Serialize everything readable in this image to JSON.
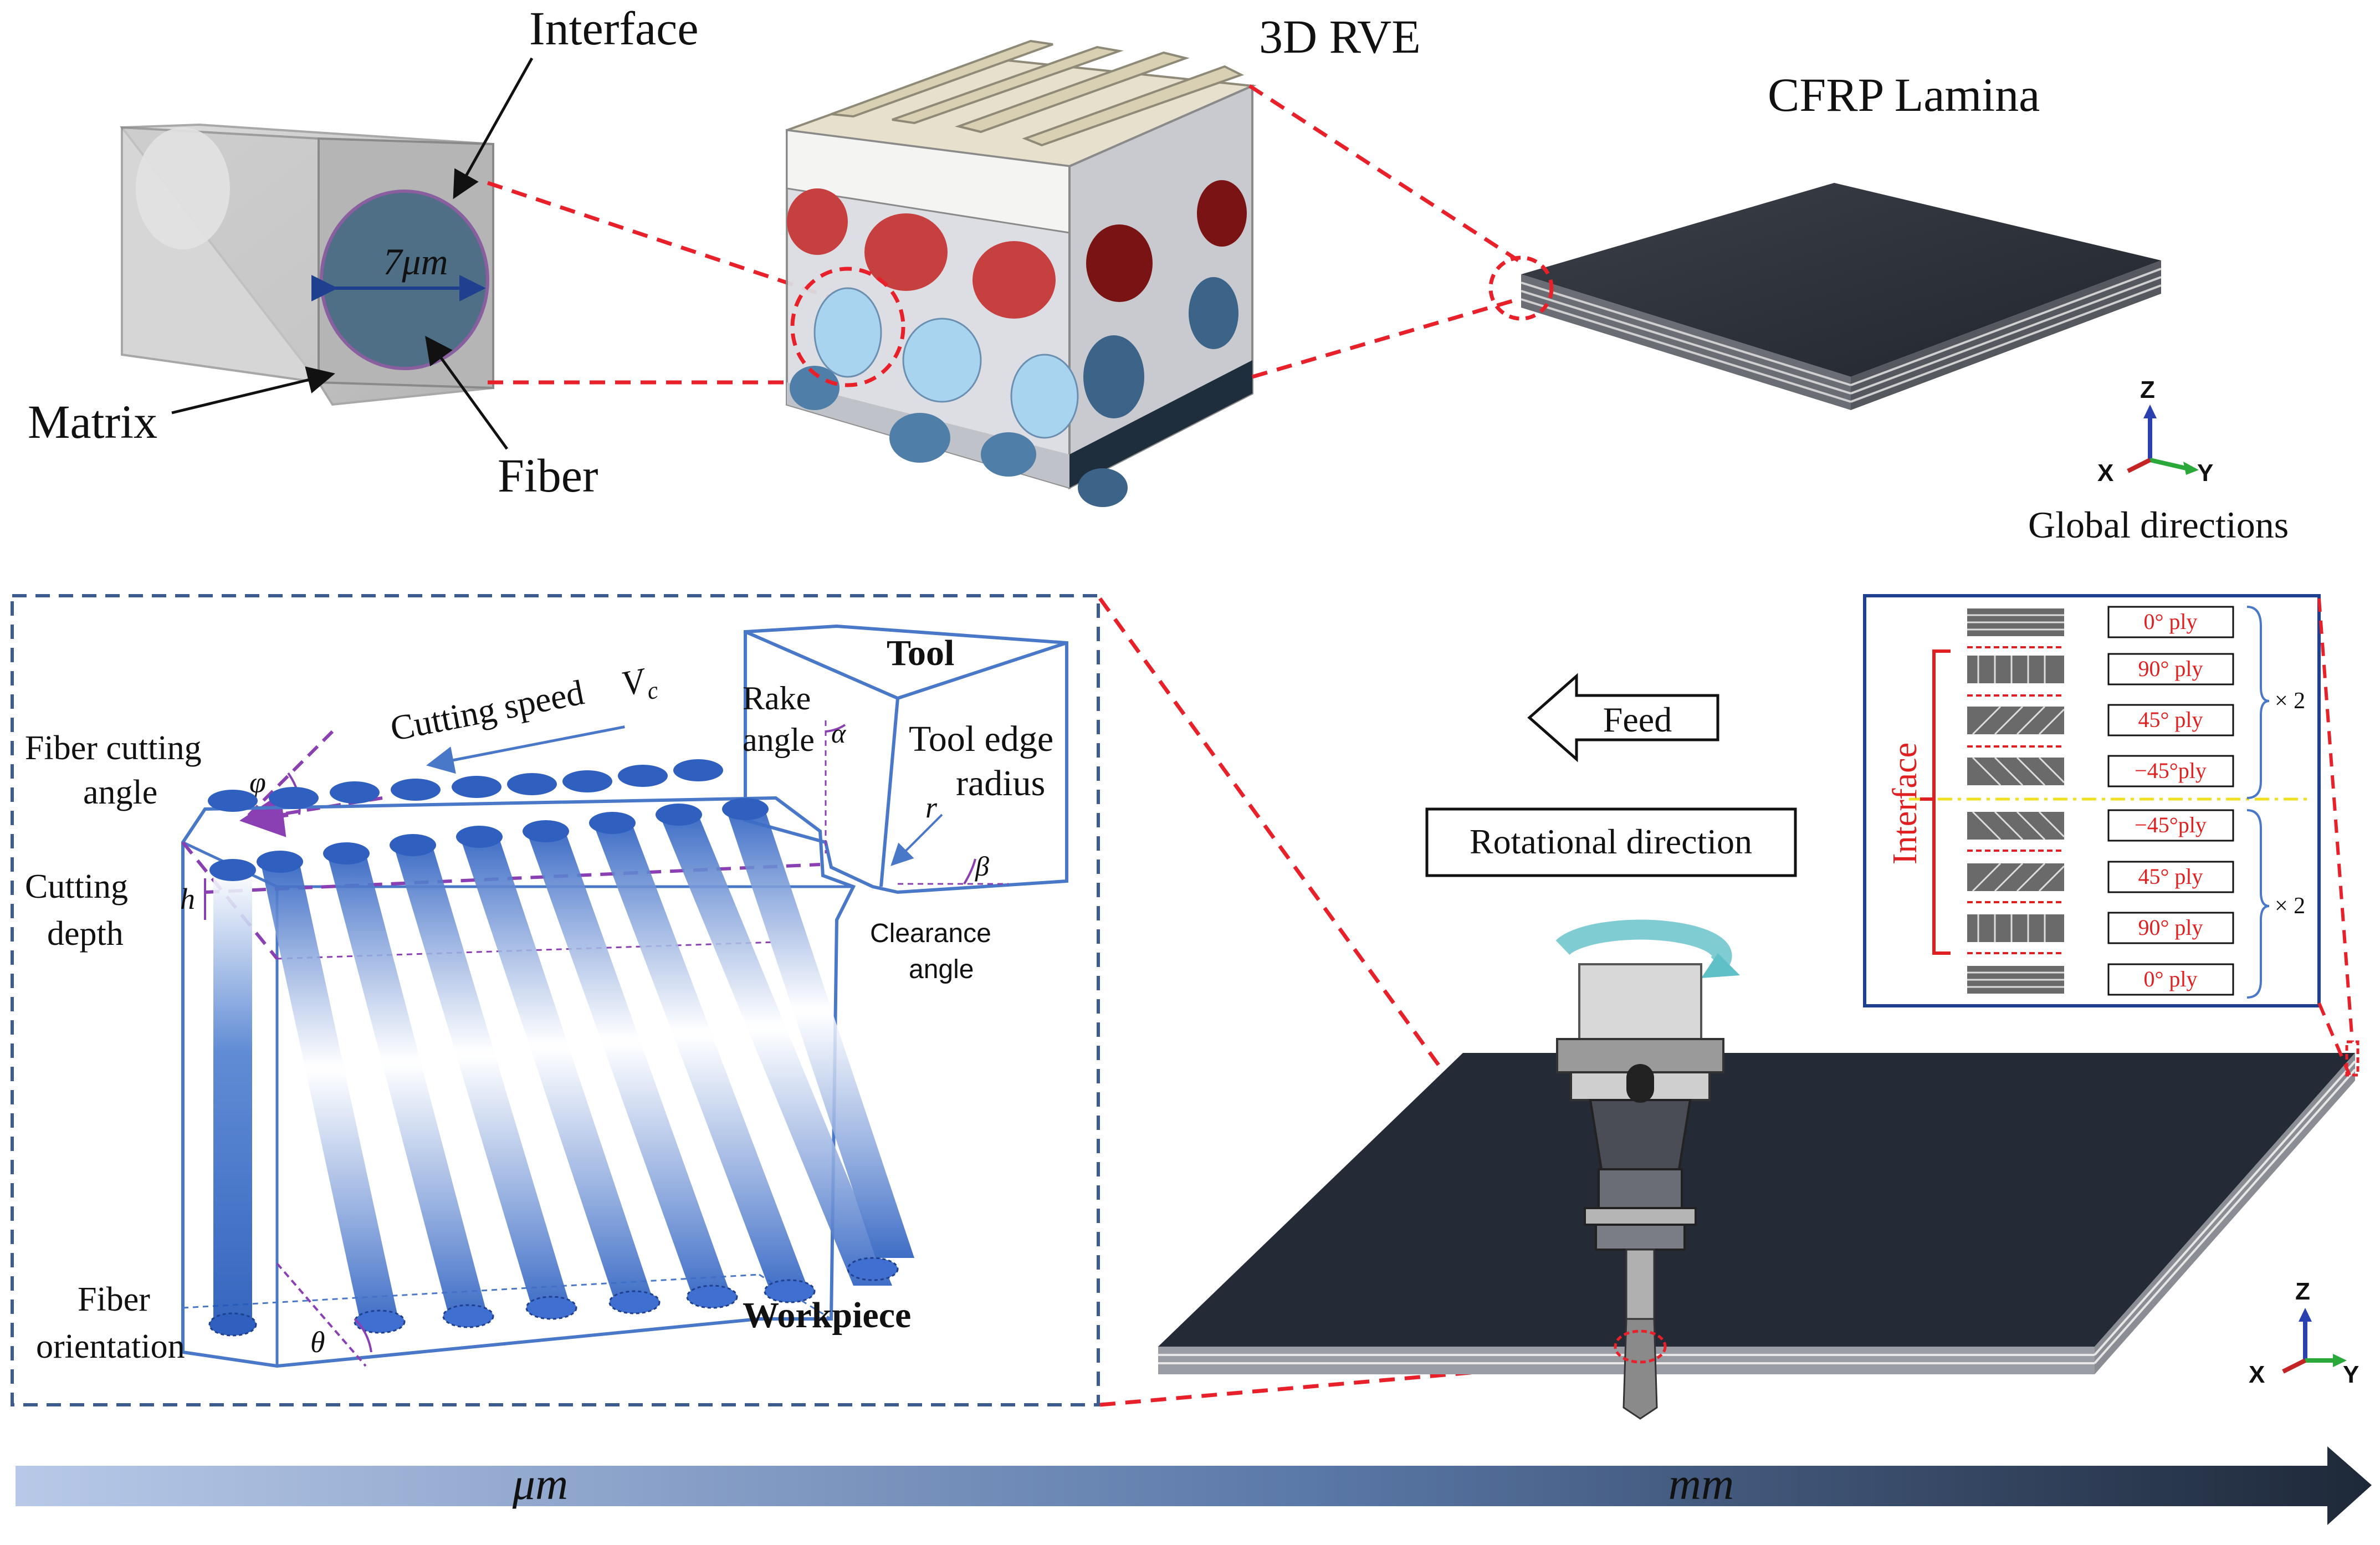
{
  "top": {
    "labels": {
      "interface": "Interface",
      "matrix": "Matrix",
      "fiber": "Fiber",
      "fiber_diameter": "7μm",
      "rve_title": "3D RVE",
      "lamina_title": "CFRP Lamina",
      "global_directions": "Global directions"
    },
    "axes": {
      "z": "Z",
      "x": "X",
      "y": "Y"
    }
  },
  "cutting_model": {
    "tool_label": "Tool",
    "rake_angle": [
      "Rake",
      "angle"
    ],
    "rake_symbol": "α",
    "tool_edge_radius": [
      "Tool edge",
      "radius"
    ],
    "radius_symbol": "r",
    "cutting_speed": "Cutting speed",
    "cutting_speed_symbol": "V",
    "cutting_speed_sub": "c",
    "fiber_cutting_angle": [
      "Fiber cutting",
      "angle"
    ],
    "phi_symbol": "φ",
    "cutting_depth": [
      "Cutting",
      "depth"
    ],
    "depth_symbol": "h",
    "clearance_angle": [
      "Clearance",
      "angle"
    ],
    "beta_symbol": "β",
    "fiber_orientation": [
      "Fiber",
      "orientation"
    ],
    "theta_symbol": "θ",
    "workpiece": "Workpiece"
  },
  "milling": {
    "feed": "Feed",
    "rotational_direction": "Rotational direction"
  },
  "layup": {
    "interface_label": "Interface",
    "plies": [
      "0° ply",
      "90° ply",
      "45° ply",
      "−45°ply",
      "−45°ply",
      "45° ply",
      "90° ply",
      "0° ply"
    ],
    "repeat_top": "× 2",
    "repeat_bottom": "× 2"
  },
  "scale_bar": {
    "micro": "μm",
    "milli": "mm"
  },
  "colors": {
    "red_dash": "#e8202a",
    "blue_frame": "#4a78c8",
    "purple": "#8a3fb2",
    "lamina": "#2a2f3a",
    "fiber_blue": "#3b6fc4",
    "layup_red": "#e02020",
    "layup_blue": "#1f3f8f"
  }
}
